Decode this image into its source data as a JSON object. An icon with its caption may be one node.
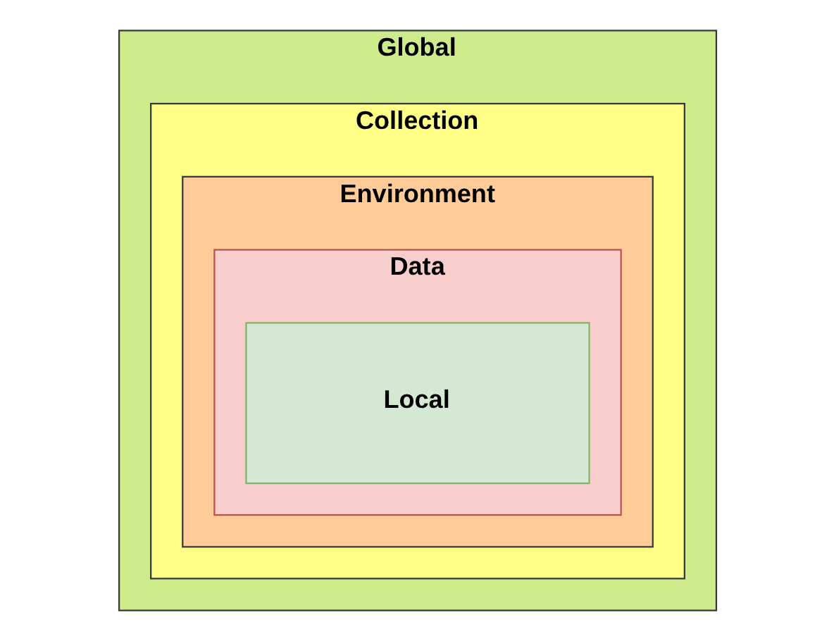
{
  "diagram": {
    "nodes": [
      {
        "text": [
          "Global"
        ]
      },
      {
        "text": [
          "Collection"
        ],
        "in": 0
      },
      {
        "text": [
          "Environment"
        ],
        "in": 1
      },
      {
        "text": [
          "Data"
        ],
        "in": 2
      },
      {
        "text": [
          "Local"
        ],
        "in": 3
      }
    ],
    "edges": []
  }
}
